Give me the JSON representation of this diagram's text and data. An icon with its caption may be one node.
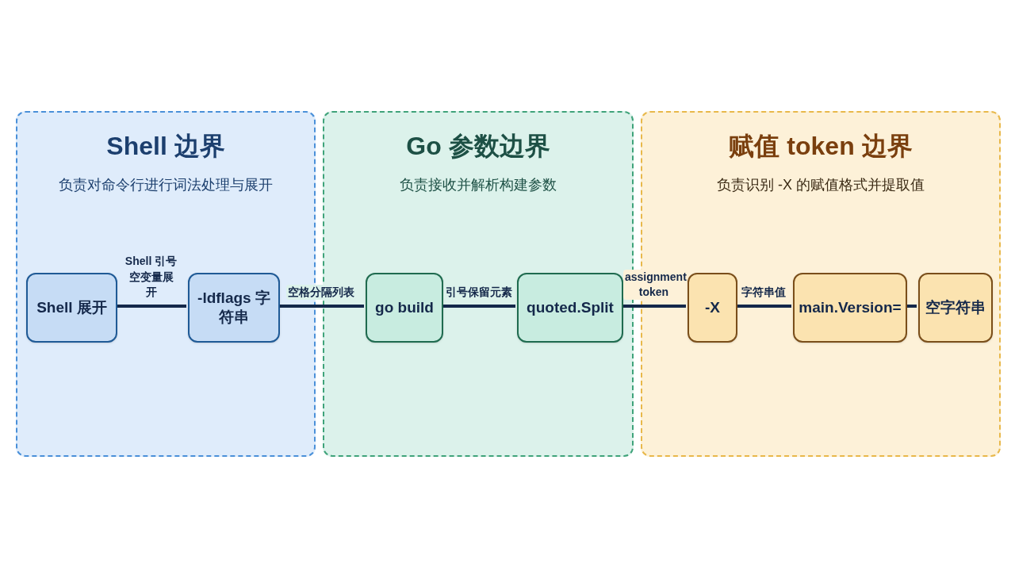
{
  "diagram": {
    "nodes": [
      {
        "text": [
          "Shell 边界",
          "负责对命令行进行词法处理与展开"
        ]
      },
      {
        "text": [
          "Go 参数边界",
          "负责接收并解析构建参数"
        ]
      },
      {
        "text": [
          "赋值 token 边界",
          "负责识别 -X 的赋值格式并提取值"
        ]
      },
      {
        "text": [
          "Shell 展开"
        ],
        "in": 0
      },
      {
        "text": [
          "-ldflags 字符串"
        ],
        "in": 0
      },
      {
        "text": [
          "go build"
        ],
        "in": 1
      },
      {
        "text": [
          "quoted.Split"
        ],
        "in": 1
      },
      {
        "text": [
          "-X"
        ],
        "in": 2
      },
      {
        "text": [
          "main.Version="
        ],
        "in": 2
      },
      {
        "text": [
          "空字符串"
        ],
        "in": 2
      }
    ],
    "edges": [
      {
        "from": 3,
        "to": 4,
        "label": "Shell 引号空变量展开",
        "arrow": "none"
      },
      {
        "from": 4,
        "to": 5,
        "label": "空格分隔列表",
        "arrow": "none"
      },
      {
        "from": 5,
        "to": 6,
        "label": "引号保留元素",
        "arrow": "none"
      },
      {
        "from": 6,
        "to": 7,
        "label": "assignment token",
        "arrow": "none"
      },
      {
        "from": 7,
        "to": 8,
        "label": "字符串值",
        "arrow": "none"
      },
      {
        "from": 8,
        "to": 9,
        "arrow": "none"
      }
    ]
  }
}
